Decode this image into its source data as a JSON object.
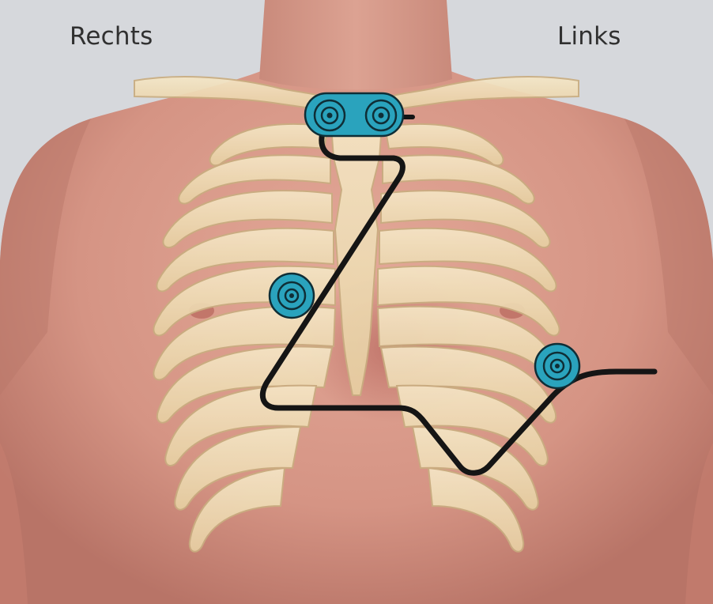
{
  "labels": {
    "right": "Rechts",
    "left": "Links"
  },
  "colors": {
    "background": "#d6d8dc",
    "skin": "#d79a88",
    "bone": "#efdcb6",
    "electrode": "#2aa3bd",
    "cable": "#151515"
  },
  "electrodes": [
    {
      "name": "clavicle-electrode-pair"
    },
    {
      "name": "right-chest-electrode"
    },
    {
      "name": "left-lower-chest-electrode"
    }
  ]
}
